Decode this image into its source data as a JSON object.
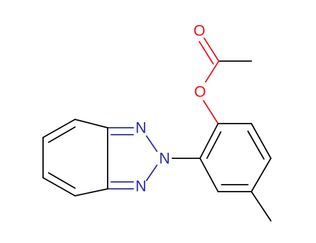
{
  "colors": {
    "bond": "#000000",
    "oxygen": "#e8141e",
    "nitrogen": "#2b2b9c"
  },
  "atoms": {
    "o_carbonyl": "O",
    "o_ester": "O",
    "n1": "N",
    "n2": "N",
    "n3": "N"
  }
}
